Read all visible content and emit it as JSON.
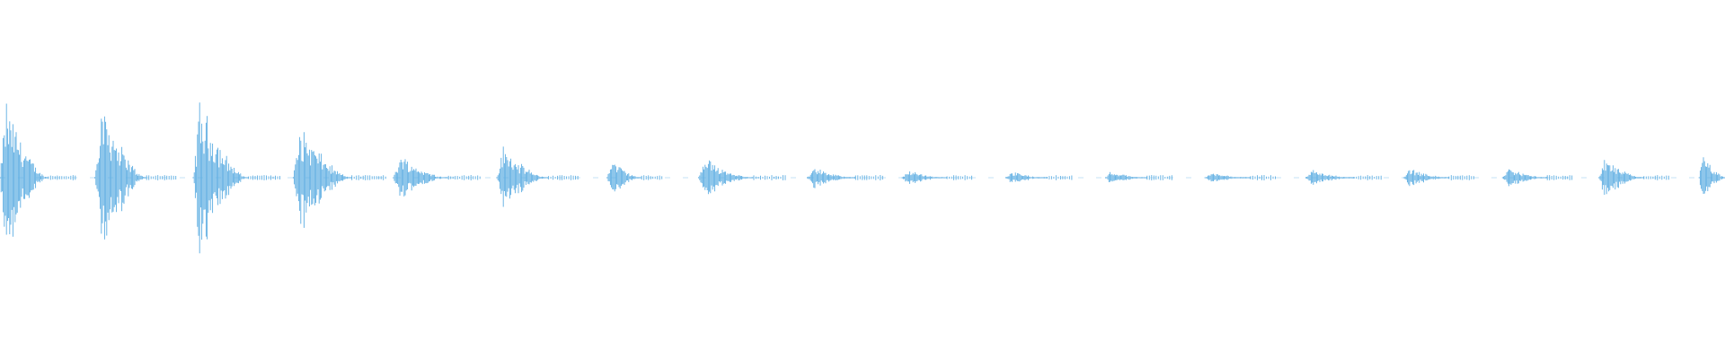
{
  "waveform": {
    "color": "#5dade2",
    "bursts": [
      {
        "position": 0.0,
        "amplitude": 0.95,
        "length": 0.028
      },
      {
        "position": 0.055,
        "amplitude": 1.0,
        "length": 0.03
      },
      {
        "position": 0.112,
        "amplitude": 0.95,
        "length": 0.032
      },
      {
        "position": 0.17,
        "amplitude": 0.65,
        "length": 0.034
      },
      {
        "position": 0.228,
        "amplitude": 0.28,
        "length": 0.032
      },
      {
        "position": 0.288,
        "amplitude": 0.37,
        "length": 0.03
      },
      {
        "position": 0.352,
        "amplitude": 0.24,
        "length": 0.02
      },
      {
        "position": 0.405,
        "amplitude": 0.24,
        "length": 0.032
      },
      {
        "position": 0.468,
        "amplitude": 0.13,
        "length": 0.028
      },
      {
        "position": 0.523,
        "amplitude": 0.09,
        "length": 0.026
      },
      {
        "position": 0.583,
        "amplitude": 0.08,
        "length": 0.024
      },
      {
        "position": 0.641,
        "amplitude": 0.08,
        "length": 0.024
      },
      {
        "position": 0.699,
        "amplitude": 0.06,
        "length": 0.026
      },
      {
        "position": 0.757,
        "amplitude": 0.1,
        "length": 0.028
      },
      {
        "position": 0.814,
        "amplitude": 0.12,
        "length": 0.026
      },
      {
        "position": 0.871,
        "amplitude": 0.12,
        "length": 0.026
      },
      {
        "position": 0.927,
        "amplitude": 0.23,
        "length": 0.026
      },
      {
        "position": 0.985,
        "amplitude": 0.28,
        "length": 0.016
      }
    ]
  }
}
